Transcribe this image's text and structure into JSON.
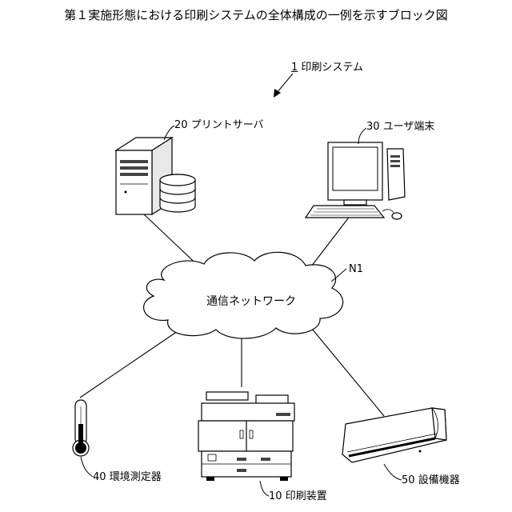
{
  "title": "第１実施形態における印刷システムの全体構成の一例を示すブロック図",
  "system": {
    "number": "1",
    "name": "印刷システム"
  },
  "network": {
    "ref": "N1",
    "name": "通信ネットワーク"
  },
  "nodes": [
    {
      "id": "print-server",
      "number": "20",
      "name": "プリントサーバ",
      "icon": "server-icon"
    },
    {
      "id": "user-terminal",
      "number": "30",
      "name": "ユーザ端末",
      "icon": "computer-icon"
    },
    {
      "id": "env-sensor",
      "number": "40",
      "name": "環境測定器",
      "icon": "thermometer-icon"
    },
    {
      "id": "printer",
      "number": "10",
      "name": "印刷装置",
      "icon": "printer-icon"
    },
    {
      "id": "facility",
      "number": "50",
      "name": "設備機器",
      "icon": "air-conditioner-icon"
    }
  ]
}
